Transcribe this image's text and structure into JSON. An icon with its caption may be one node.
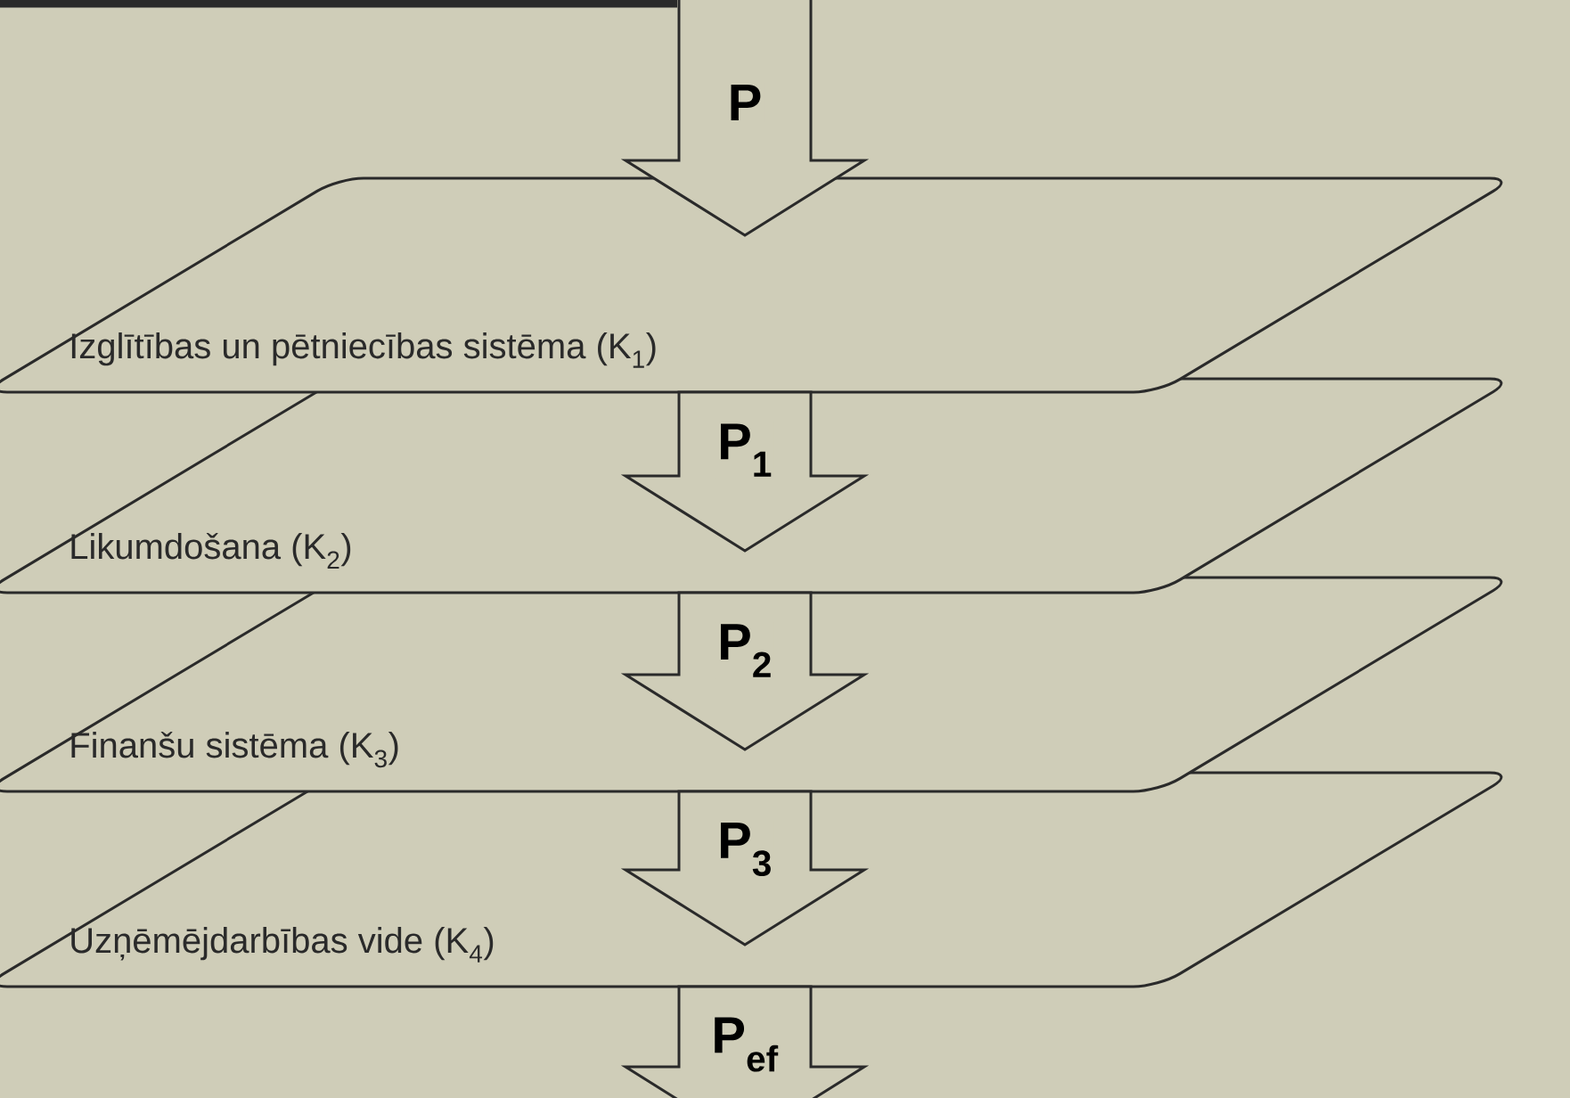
{
  "diagram": {
    "nodes": [
      {
        "text": [
          "Izglītības un pētniecības sistēma (K$_{1}$)"
        ]
      },
      {
        "text": [
          "Likumdošana (K$_{2}$)"
        ]
      },
      {
        "text": [
          "Finanšu sistēma (K$_{3}$)"
        ]
      },
      {
        "text": [
          "Uzņēmējdarbības vide (K$_{4}$)"
        ]
      }
    ],
    "edges": [
      {
        "from": null,
        "to": 0,
        "arrow": "to",
        "label": "P"
      },
      {
        "from": 0,
        "to": 1,
        "arrow": "to",
        "label": "P$_{1}$"
      },
      {
        "from": 1,
        "to": 2,
        "arrow": "to",
        "label": "P$_{2}$"
      },
      {
        "from": 2,
        "to": 3,
        "arrow": "to",
        "label": "P$_{3}$"
      },
      {
        "from": 3,
        "to": null,
        "arrow": "to",
        "label": "P$_{ef}$"
      }
    ]
  }
}
